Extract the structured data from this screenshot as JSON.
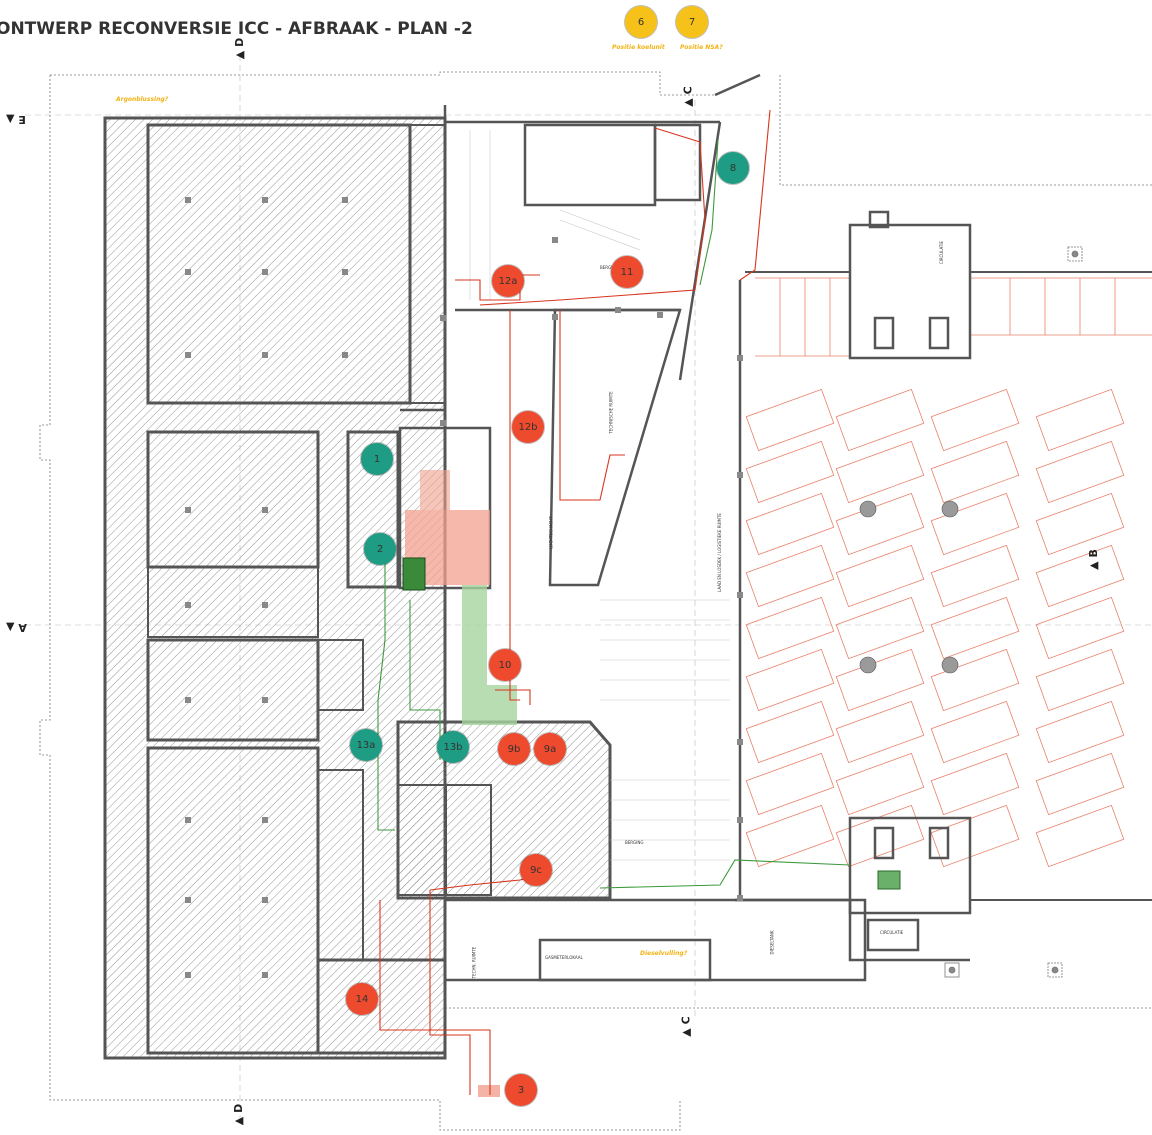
{
  "title": "ONTWERP RECONVERSIE ICC - AFBRAAK - PLAN -2",
  "colors": {
    "wall": "#555555",
    "red_marker": "#ee4a2e",
    "teal_marker": "#1e9c84",
    "yellow_marker": "#f6c21a",
    "demolition_line": "#e8806a",
    "pipe_red": "#d9341c",
    "pipe_green": "#3c9a3c",
    "note_text": "#f1b415"
  },
  "markers": [
    {
      "label": "6",
      "color": "yellow"
    },
    {
      "label": "7",
      "color": "yellow"
    },
    {
      "label": "8",
      "color": "teal"
    },
    {
      "label": "11",
      "color": "red"
    },
    {
      "label": "12a",
      "color": "red"
    },
    {
      "label": "12b",
      "color": "red"
    },
    {
      "label": "1",
      "color": "teal"
    },
    {
      "label": "2",
      "color": "teal"
    },
    {
      "label": "10",
      "color": "red"
    },
    {
      "label": "13a",
      "color": "teal"
    },
    {
      "label": "13b",
      "color": "teal"
    },
    {
      "label": "9b",
      "color": "red"
    },
    {
      "label": "9a",
      "color": "red"
    },
    {
      "label": "9c",
      "color": "red"
    },
    {
      "label": "14",
      "color": "red"
    },
    {
      "label": "3",
      "color": "red"
    }
  ],
  "notes": {
    "positie_koelunit": "Positie koelunit",
    "positie_nsa": "Positie NSA?",
    "argonblussing": "Argonblussing?",
    "dieselvulling": "Dieselvulling?"
  },
  "axes": {
    "d_top": "D",
    "d_bottom": "D",
    "e_left": "E",
    "a_left": "A",
    "c_top": "C",
    "c_bottom": "C",
    "b_right": "B"
  },
  "rooms": {
    "technische_ruimte_1": "TECHNISCHE RUIMTE",
    "berging_1": "BERGING",
    "berging_2": "BERGING",
    "luchtschacht": "LUCHTSCHACHT",
    "laad_en_losdeck": "LAAD EN LOSDEK / LOGISTIEKE RUIMTE",
    "techn_ruimte_2": "TECHN. RUIMTE",
    "dieseltank": "DIESELTANK",
    "gasmeter": "GASMETERLOKAAL",
    "circulatie_1": "CIRCULATIE",
    "circulatie_2": "CIRCULATIE"
  }
}
